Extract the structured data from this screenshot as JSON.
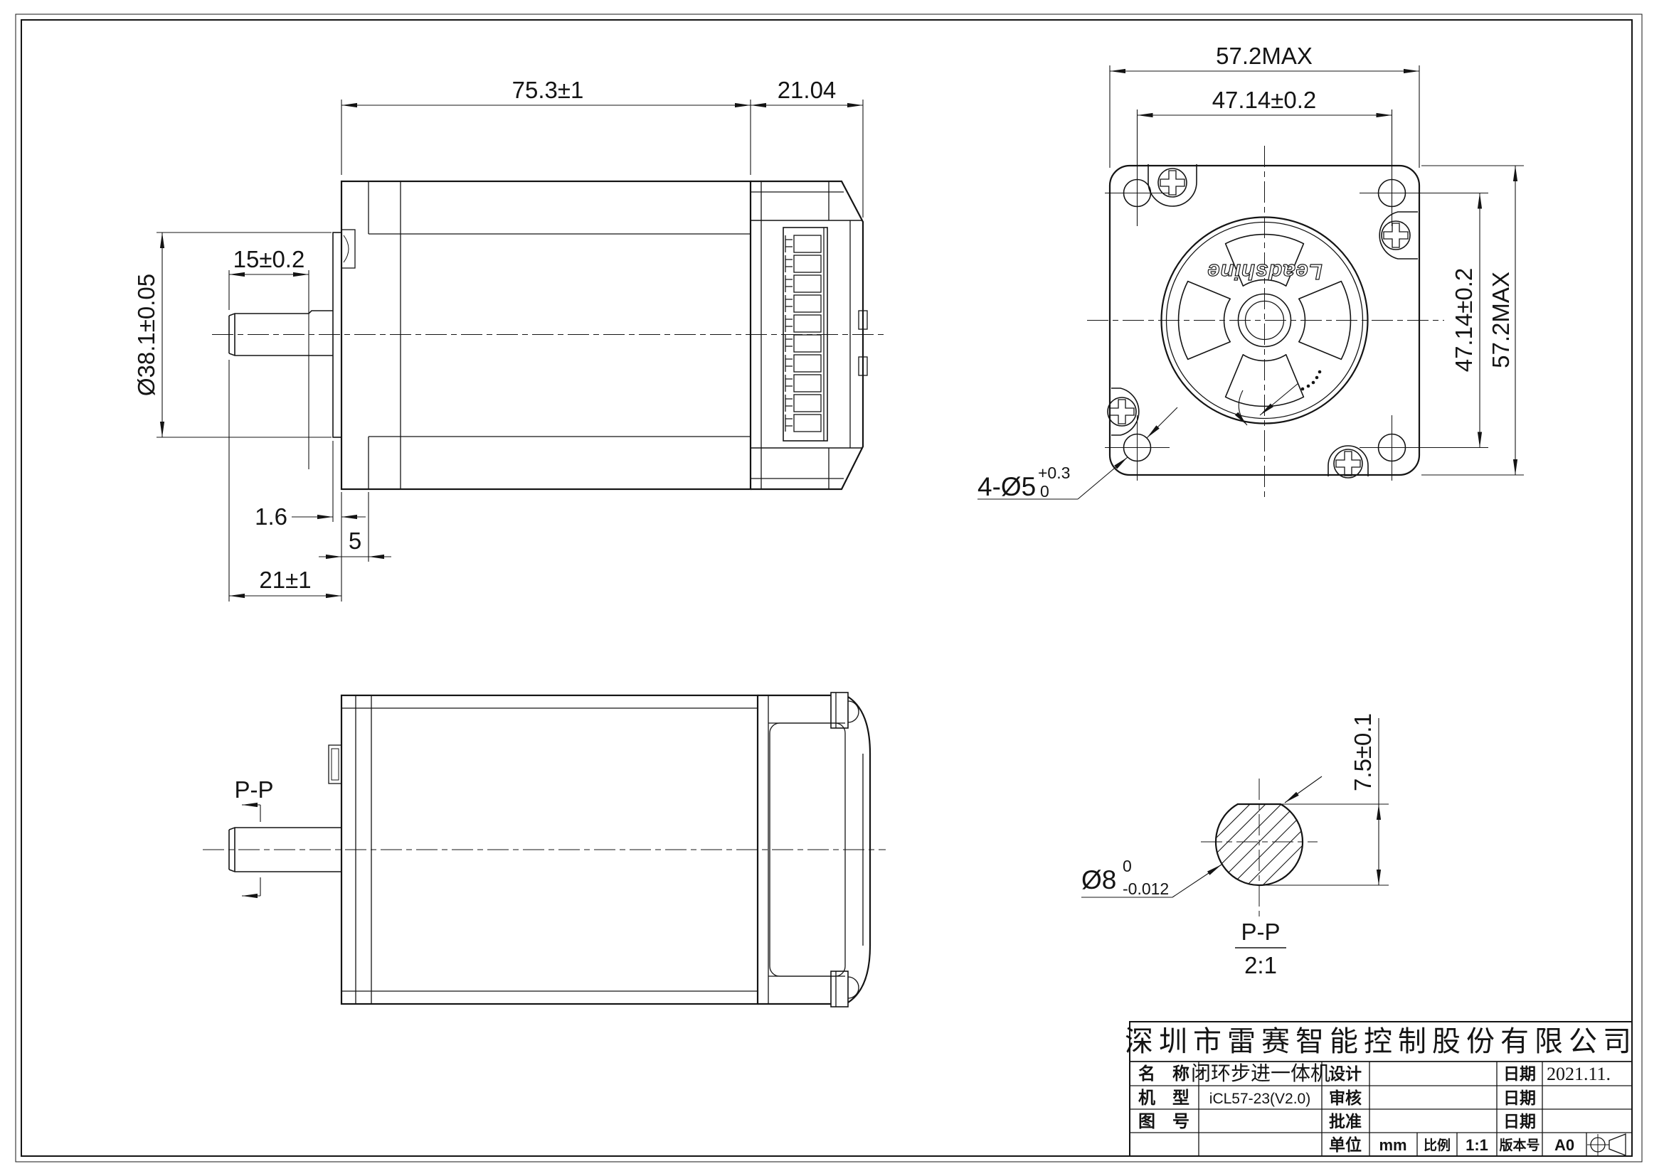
{
  "meta": {
    "document_type": "mechanical engineering drawing",
    "ink_color": "#141414",
    "paper_color": "#ffffff"
  },
  "views": {
    "side_top": {
      "dims": {
        "body_length": "75.3±1",
        "cap_length": "21.04",
        "shaft_flat": "15±0.2",
        "pilot_diameter": "Ø38.1±0.05",
        "pilot_depth": "1.6",
        "step": "5",
        "shaft_length": "21±1"
      }
    },
    "front": {
      "dims": {
        "width_max": "57.2MAX",
        "hole_pitch_top": "47.14±0.2",
        "hole_pitch_right": "47.14±0.2",
        "height_max": "57.2MAX"
      },
      "hole_callout": {
        "text": "4-Ø5",
        "tol_upper": "+0.3",
        "tol_lower": "0"
      },
      "logo": "Leadshine"
    },
    "side_bottom": {
      "section_mark": "P-P"
    },
    "section_pp": {
      "dims": {
        "flat_height": "7.5±0.1"
      },
      "shaft_callout": {
        "text": "Ø8",
        "tol_upper": "0",
        "tol_lower": "-0.012"
      },
      "label": "P-P",
      "scale": "2:1"
    }
  },
  "title_block": {
    "company": "深圳市雷赛智能控制股份有限公司",
    "name_label": "名　称",
    "name_value": "闭环步进一体机",
    "model_label": "机　型",
    "model_value": "iCL57-23(V2.0)",
    "drawing_no_label": "图　号",
    "drawing_no_value": "",
    "design_label": "设计",
    "design_value": "",
    "review_label": "审核",
    "review_value": "",
    "approve_label": "批准",
    "approve_value": "",
    "date_label_1": "日期",
    "date_value_1": "2021.11.",
    "date_label_2": "日期",
    "date_value_2": "",
    "date_label_3": "日期",
    "date_value_3": "",
    "unit_label": "单位",
    "unit_value": "mm",
    "scale_label": "比例",
    "scale_value": "1:1",
    "version_label": "版本号",
    "version_value": "A0"
  }
}
